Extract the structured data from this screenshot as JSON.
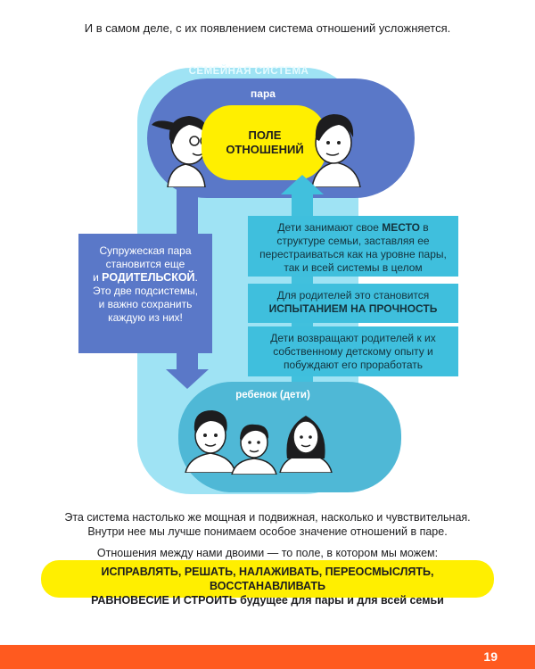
{
  "intro": "И в самом деле, с их появлением система отношений усложняется.",
  "diagram": {
    "system_title": "СЕМЕЙНАЯ СИСТЕМА",
    "pair_label": "пара",
    "field_line1": "ПОЛЕ",
    "field_line2": "ОТНОШЕНИЙ",
    "children_label": "ребенок (дети)",
    "parental_box": {
      "line1": "Супружеская пара",
      "line2": "становится еще",
      "line3_prefix": "и ",
      "line3_emphasis": "РОДИТЕЛЬСКОЙ",
      "line3_suffix": ".",
      "line4": "Это две подсистемы,",
      "line5": "и важно сохранить",
      "line6": "каждую из них!"
    },
    "box_place": {
      "part1": "Дети занимают свое ",
      "emphasis": "МЕСТО",
      "part2": " в структуре семьи, заставляя ее перестраиваться как на уровне пары, так и всей системы в целом"
    },
    "box_test": {
      "line1": "Для родителей это становится",
      "emphasis": "ИСПЫТАНИЕМ НА ПРОЧНОСТЬ"
    },
    "box_childhood": {
      "text": "Дети возвращают родителей к их собственному детскому опыту и побуждают его проработать"
    }
  },
  "body": {
    "paragraph1_line1": "Эта система настолько же мощная и подвижная, насколько и чувствительная.",
    "paragraph1_line2": "Внутри нее мы лучше понимаем особое значение отношений в паре.",
    "field_intro": "Отношения между нами двоими — то поле, в котором мы можем:",
    "highlight_line1": "ИСПРАВЛЯТЬ, РЕШАТЬ, НАЛАЖИВАТЬ, ПЕРЕОСМЫСЛЯТЬ, ВОССТАНАВЛИВАТЬ",
    "highlight_line2a": "РАВНОВЕСИЕ И СТРОИТЬ",
    "highlight_line2b": " будущее для пары и для всей семьи"
  },
  "footer": {
    "page_number": "19"
  },
  "colors": {
    "system_panel": "#9fe3f4",
    "couple_oval": "#5a78c8",
    "relationship_field": "#ffef00",
    "children_oval": "#4fb8d6",
    "cyan_boxes": "#3fbfdd",
    "footer_band": "#ff5a1f"
  },
  "icons": [
    "woman-drawing-icon",
    "man-drawing-icon",
    "teen-boy-drawing-icon",
    "child-drawing-icon",
    "girl-drawing-icon"
  ]
}
